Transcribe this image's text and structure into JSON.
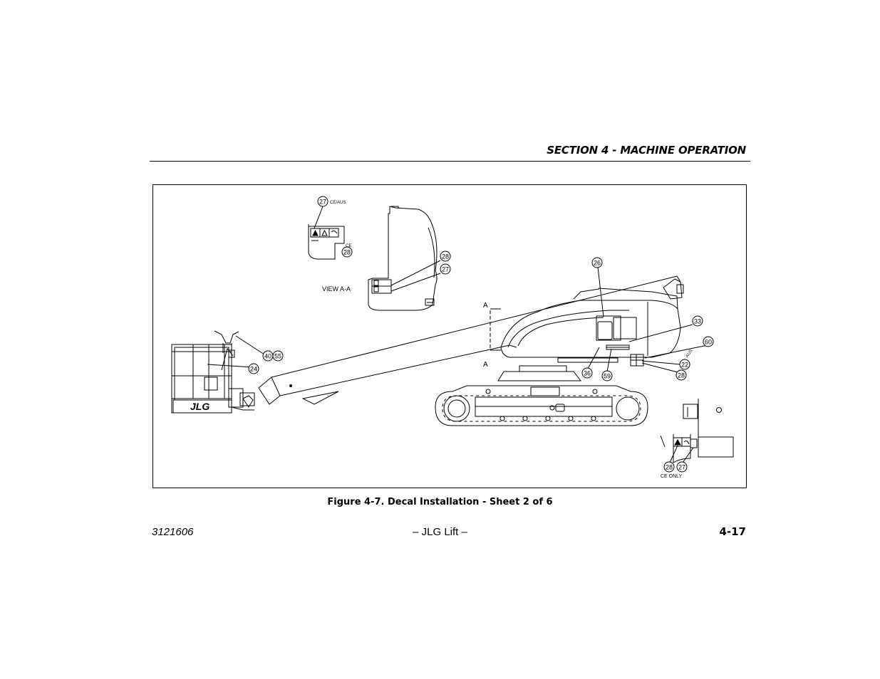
{
  "header": {
    "section_title": "SECTION 4 - MACHINE OPERATION"
  },
  "figure": {
    "caption": "Figure 4-7. Decal Installation - Sheet 2 of 6",
    "labels": {
      "view_aa": "VIEW A-A",
      "ce_aus": "CE/AUS",
      "ce": "CE",
      "ce_only": "CE ONLY",
      "aus": "AUS",
      "section_a_top": "A",
      "section_a_bottom": "A",
      "platform_logo": "JLG"
    },
    "callouts": {
      "c27_top": "27",
      "c28_view": "28",
      "c28_cover": "28",
      "c27_cover": "27",
      "c26": "26",
      "c33": "33",
      "c60": "60",
      "c22": "22",
      "c28_turntable": "28",
      "c36": "36",
      "c59": "59",
      "c40": "40",
      "c55": "55",
      "c24": "24",
      "c28_ce": "28",
      "c27_ce": "27"
    }
  },
  "footer": {
    "doc_number": "3121606",
    "center_text": "– JLG Lift –",
    "page_number": "4-17"
  }
}
